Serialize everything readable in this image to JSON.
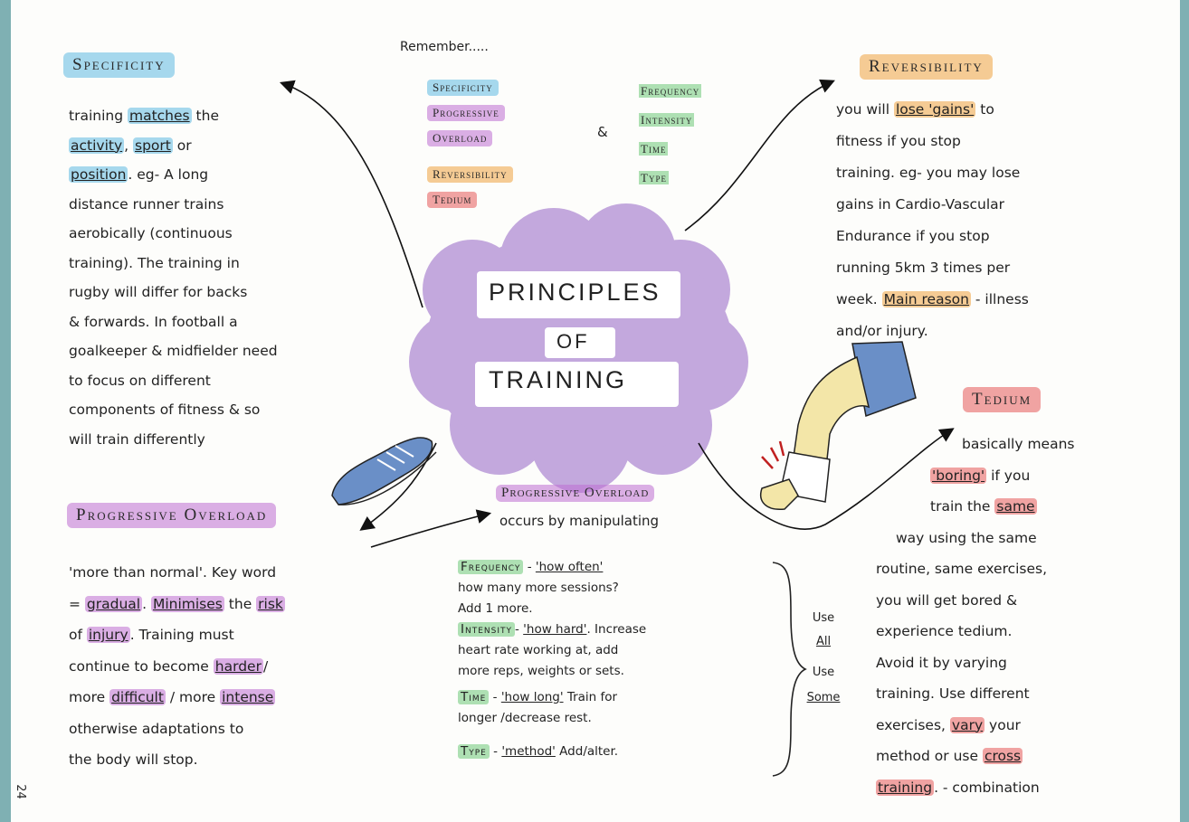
{
  "remember": {
    "title": "Remember.....",
    "left": [
      "Specificity",
      "Progressive",
      "Overload",
      "Reversibility",
      "Tedium"
    ],
    "amp": "&",
    "right": [
      "Frequency",
      "Intensity",
      "Time",
      "Type"
    ]
  },
  "center": {
    "line1": "PRINCIPLES",
    "line2": "OF",
    "line3": "TRAINING"
  },
  "specificity": {
    "heading": "Specificity",
    "l1a": "training ",
    "l1b": "matches",
    "l1c": " the",
    "l2a": "activity",
    "l2b": ", ",
    "l2c": "sport",
    "l2d": " or",
    "l3a": "position",
    "l3b": ". eg- A long",
    "l4": "distance runner trains",
    "l5": "aerobically (continuous",
    "l6": "training). The training in",
    "l7": "rugby will differ for backs",
    "l8": "& forwards. In football a",
    "l9": "goalkeeper & midfielder need",
    "l10": "to focus on different",
    "l11": "components of fitness & so",
    "l12": "will train differently"
  },
  "reversibility": {
    "heading": "Reversibility",
    "l1a": "you will ",
    "l1b": "lose 'gains'",
    "l1c": " to",
    "l2": "fitness if you stop",
    "l3": "training. eg- you may lose",
    "l4": "gains in Cardio-Vascular",
    "l5": "Endurance if you stop",
    "l6": "running 5km 3 times per",
    "l7a": "week. ",
    "l7b": "Main reason",
    "l7c": " - illness",
    "l8": "and/or injury."
  },
  "tedium": {
    "heading": "Tedium",
    "l1": "basically means",
    "l2a": "'boring'",
    "l2b": " if you",
    "l3a": "train the ",
    "l3b": "same",
    "l4": "way using the same",
    "l5": "routine, same exercises,",
    "l6": "you will get bored &",
    "l7": "experience tedium.",
    "l8": "Avoid it by varying",
    "l9": "training. Use different",
    "l10a": "exercises, ",
    "l10b": "vary",
    "l10c": " your",
    "l11a": "method or use ",
    "l11b": "cross",
    "l12a": "training",
    "l12b": ". - combination"
  },
  "progressive": {
    "heading": "Progressive Overload",
    "l1": "'more than normal'. Key word",
    "l2a": "= ",
    "l2b": "gradual",
    "l2c": ". ",
    "l2d": "Minimises",
    "l2e": " the ",
    "l2f": "risk",
    "l3a": "of ",
    "l3b": "injury",
    "l3c": ". Training must",
    "l4a": "continue to become ",
    "l4b": "harder",
    "l4c": "/",
    "l5a": "more ",
    "l5b": "difficult",
    "l5c": " / more ",
    "l5d": "intense",
    "l6": "otherwise adaptations to",
    "l7": "the body will stop."
  },
  "fitt": {
    "heading": "Progressive Overload",
    "sub": "occurs by manipulating",
    "freq_label": "Frequency",
    "freq_a": " - ",
    "freq_b": "'how often'",
    "freq_l2": "how many more sessions?",
    "freq_l3": "Add 1 more.",
    "int_label": "Intensity",
    "int_a": "- ",
    "int_b": "'how hard'",
    "int_c": ". Increase",
    "int_l2": "heart rate working at, add",
    "int_l3": "more reps, weights or sets.",
    "time_label": "Time",
    "time_a": " - ",
    "time_b": "'how long'",
    "time_c": " Train for",
    "time_l2": "longer /decrease rest.",
    "type_label": "Type",
    "type_a": " - ",
    "type_b": "'method'",
    "type_c": " Add/alter.",
    "side": [
      "Use",
      "All",
      "Use",
      "Some"
    ]
  },
  "page_number": "24",
  "colors": {
    "blue": "#5fb9e1",
    "purple": "#be6ed2",
    "orange": "#f0aa50",
    "red": "#e65a5a",
    "green": "#6ec878",
    "cloud": "#b99ad8",
    "frame": "#7fb0b3"
  }
}
